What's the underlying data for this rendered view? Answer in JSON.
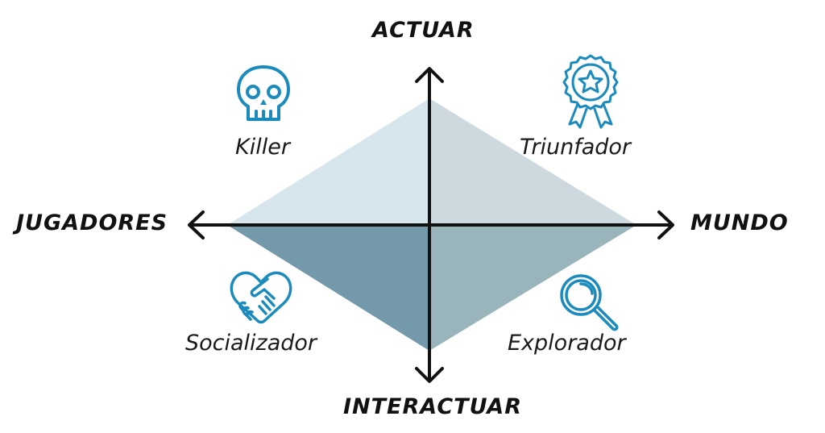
{
  "axes": {
    "top": "ACTUAR",
    "bottom": "INTERACTUAR",
    "left": "JUGADORES",
    "right": "MUNDO"
  },
  "quadrants": [
    {
      "position": "top-left",
      "label": "Killer",
      "icon": "skull-icon",
      "color": "#d6e6ec"
    },
    {
      "position": "top-right",
      "label": "Triunfador",
      "icon": "award-ribbon-icon",
      "color": "#cdd9de"
    },
    {
      "position": "bottom-left",
      "label": "Socializador",
      "icon": "handshake-heart-icon",
      "color": "#7399ab"
    },
    {
      "position": "bottom-right",
      "label": "Explorador",
      "icon": "magnifying-glass-icon",
      "color": "#9ab4bb"
    }
  ],
  "colors": {
    "icon": "#1b8bbd",
    "axis": "#111111",
    "text": "#1a1a1a"
  }
}
